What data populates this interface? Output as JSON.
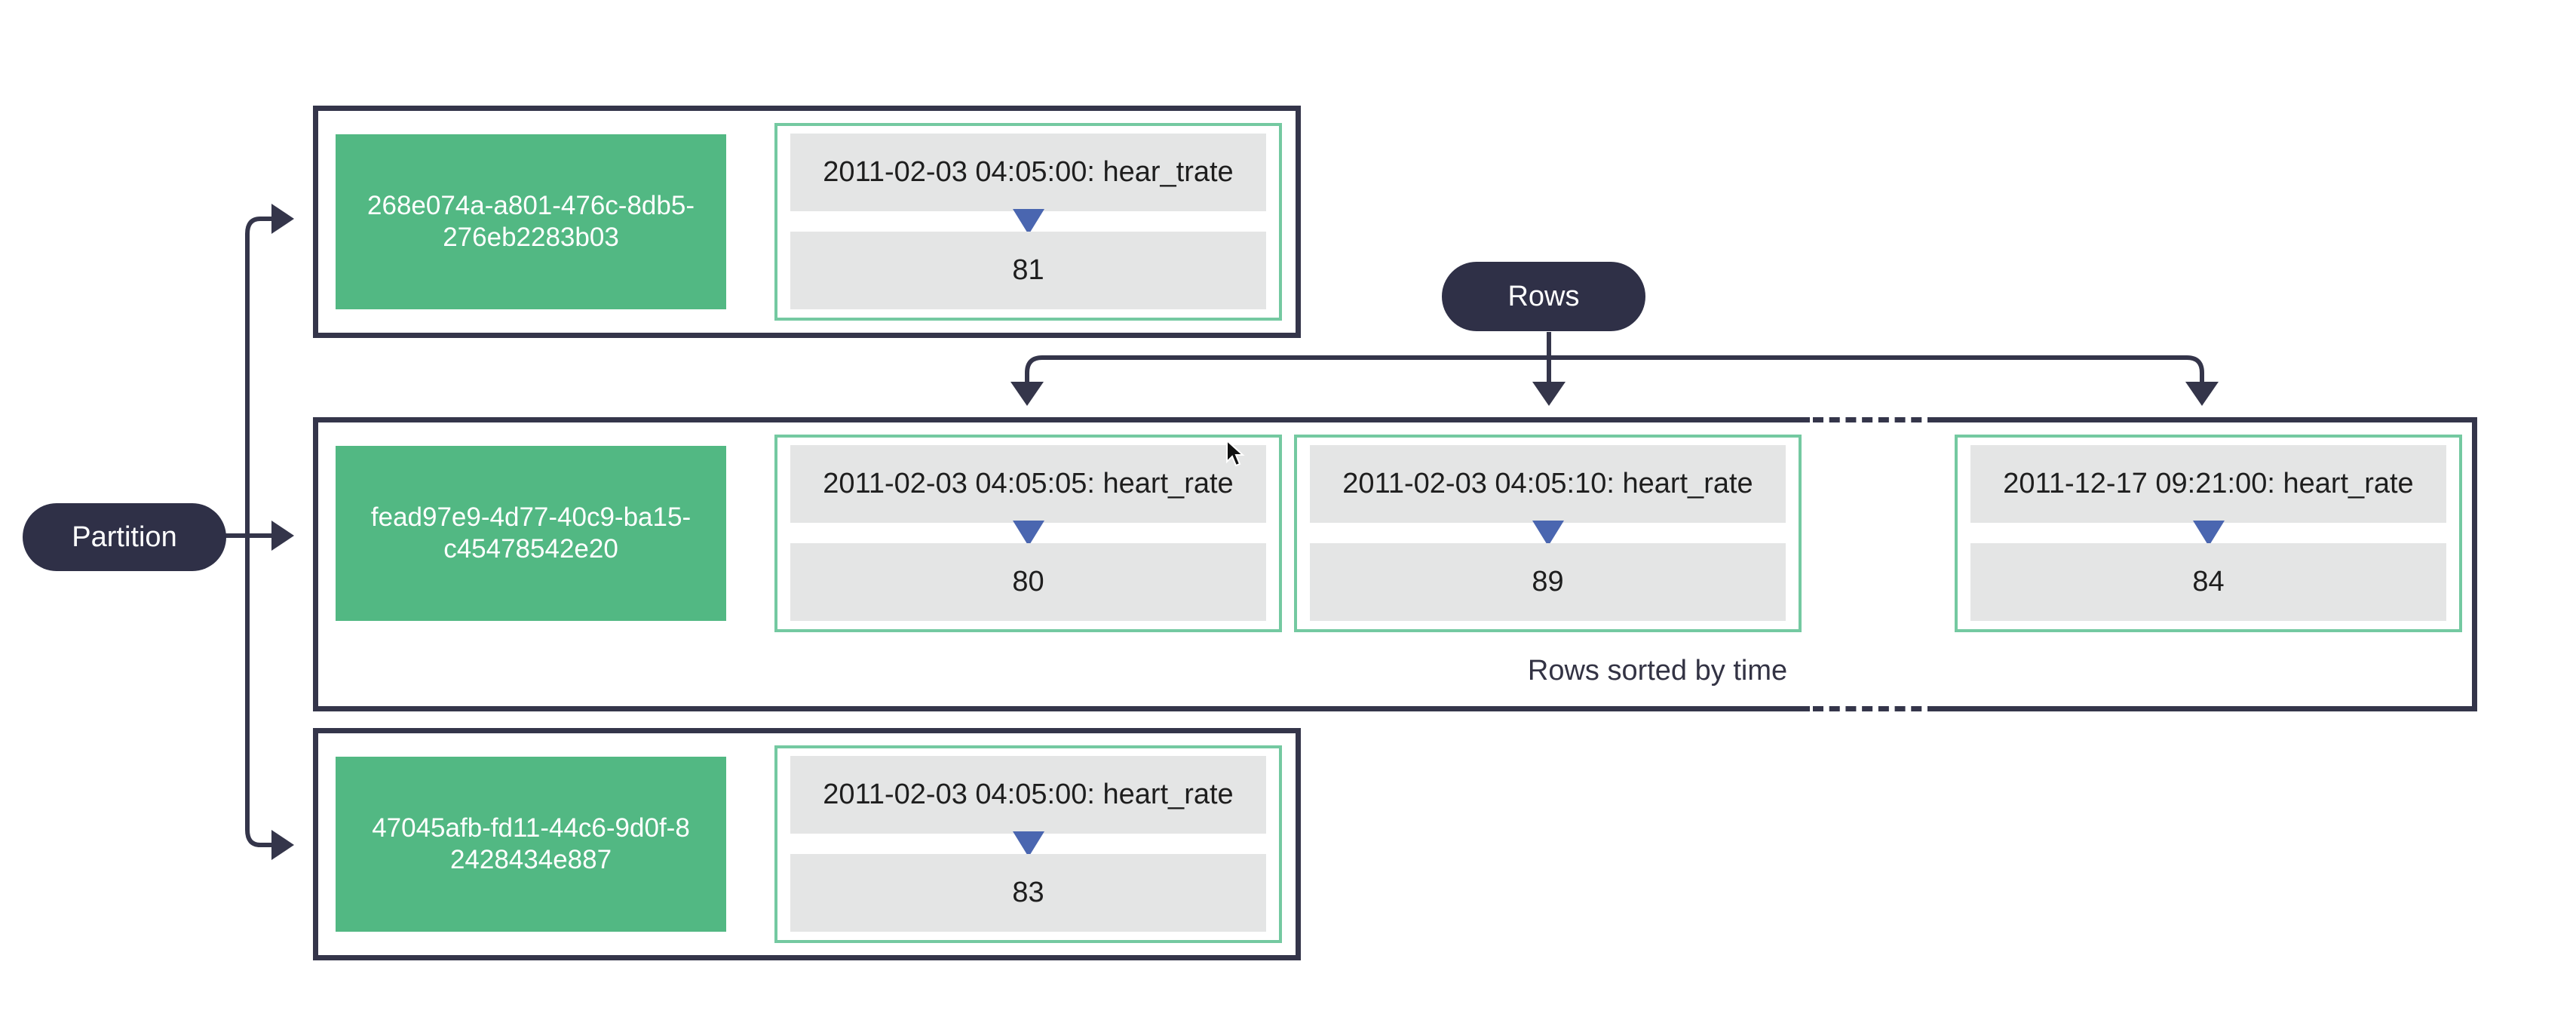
{
  "partition_label": "Partition",
  "rows_label": "Rows",
  "sorted_label": "Rows sorted by time",
  "colors": {
    "dark": "#2f3047",
    "key_green": "#52b883",
    "cell_border": "#74c9a1",
    "cell_fill": "#e4e5e5",
    "marker_blue": "#4a66b0",
    "chevron": "#a5b4d6"
  },
  "partitions": [
    {
      "key": "268e074a-a801-476c-8db5-276eb2283b03",
      "cells": [
        {
          "label": "2011-02-03 04:05:00: hear_trate",
          "value": "81"
        }
      ]
    },
    {
      "key": "fead97e9-4d77-40c9-ba15-c45478542e20",
      "cells": [
        {
          "label": "2011-02-03 04:05:05: heart_rate",
          "value": "80"
        },
        {
          "label": "2011-02-03 04:05:10: heart_rate",
          "value": "89"
        },
        {
          "label": "2011-12-17 09:21:00: heart_rate",
          "value": "84"
        }
      ]
    },
    {
      "key": "47045afb-fd11-44c6-9d0f-82428434e887",
      "cells": [
        {
          "label": "2011-02-03 04:05:00: heart_rate",
          "value": "83"
        }
      ]
    }
  ]
}
